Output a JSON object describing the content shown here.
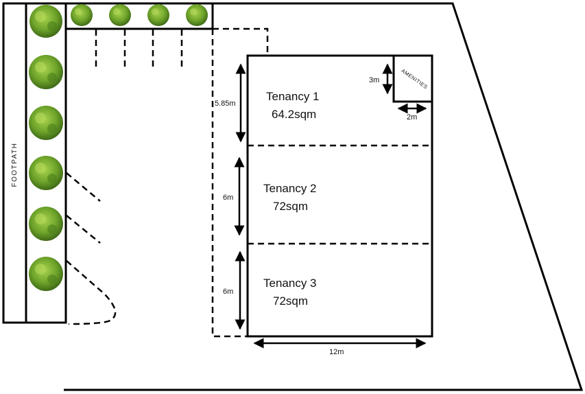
{
  "footpath": {
    "label": "FOOTPATH"
  },
  "amenities": {
    "label": "AMENITIES"
  },
  "tenancies": [
    {
      "name": "Tenancy 1",
      "area": "64.2sqm"
    },
    {
      "name": "Tenancy 2",
      "area": "72sqm"
    },
    {
      "name": "Tenancy 3",
      "area": "72sqm"
    }
  ],
  "dimensions": {
    "tenancy1_depth": "5.85m",
    "tenancy2_depth": "6m",
    "tenancy3_depth": "6m",
    "building_width": "12m",
    "amenities_depth": "3m",
    "amenities_width": "2m"
  },
  "colors": {
    "line": "#000000",
    "tree_dark": "#4a7a1c",
    "tree_mid": "#6ea42a",
    "tree_light": "#9ccb4a"
  }
}
